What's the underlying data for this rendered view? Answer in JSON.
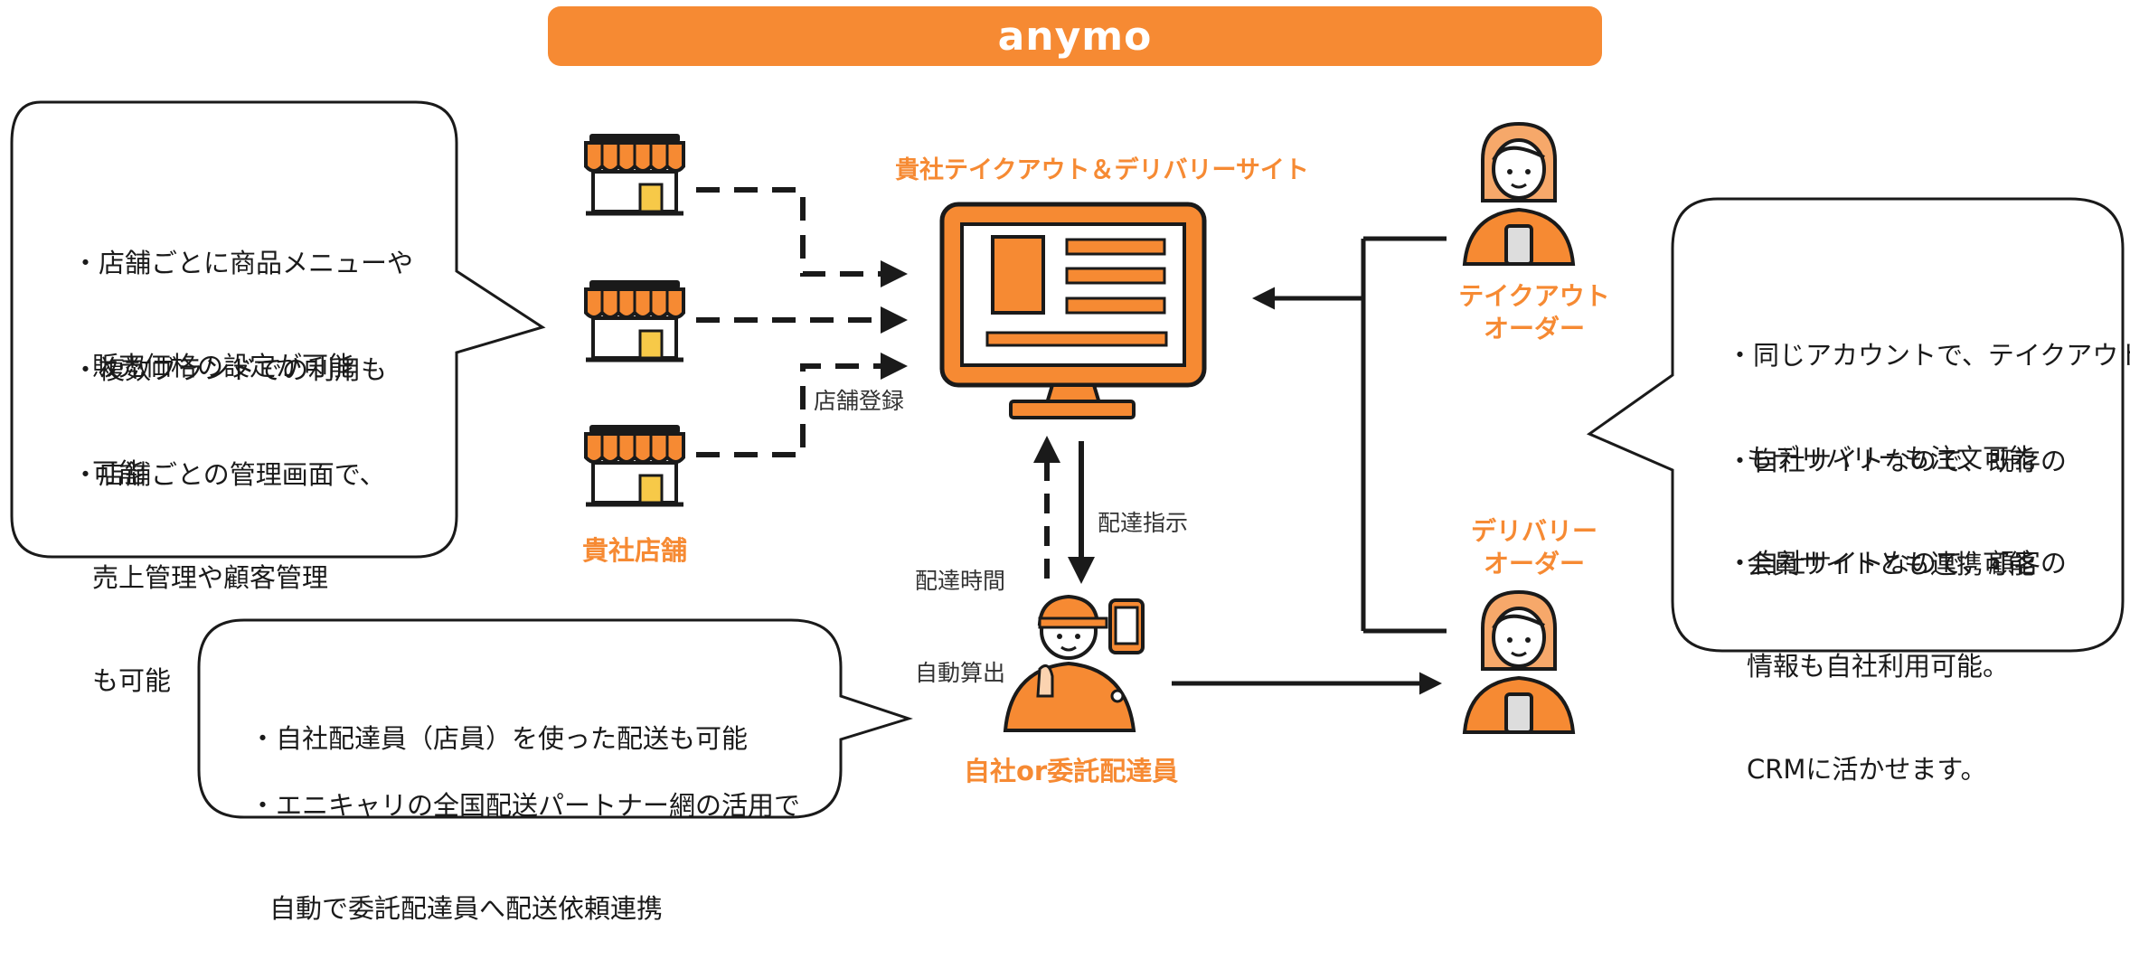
{
  "title": "anymo",
  "left_bubble": {
    "items": [
      [
        "・店舗ごとに商品メニューや",
        "販売価格の設定が可能"
      ],
      [
        "・複数ブランドでの利用も",
        "可能"
      ],
      [
        "・店舗ごとの管理画面で、",
        "売上管理や顧客管理",
        "も可能"
      ]
    ]
  },
  "stores_label": "貴社店舗",
  "store_registration_label": "店舗登録",
  "site_label": "貴社テイクアウト＆デリバリーサイト",
  "delivery_time_label": [
    "配達時間",
    "自動算出"
  ],
  "delivery_instruction_label": "配達指示",
  "courier_label": "自社or委託配達員",
  "takeout_order_label": [
    "テイクアウト",
    "オーダー"
  ],
  "delivery_order_label": [
    "デリバリー",
    "オーダー"
  ],
  "right_bubble": {
    "items": [
      [
        "・同じアカウントで、テイクアウト",
        "もデリバリーも注文可能"
      ],
      [
        "・自社サイトなので、既存の",
        "会員サイトとも連携可能"
      ],
      [
        "・自社サイトなので、顧客の",
        "情報も自社利用可能。",
        "CRMに活かせます。"
      ]
    ]
  },
  "bottom_bubble": {
    "items": [
      [
        "・自社配達員（店員）を使った配送も可能"
      ],
      [
        "・エニキャリの全国配送パートナー網の活用で",
        "自動で委託配達員へ配送依頼連携"
      ]
    ]
  },
  "colors": {
    "accent": "#f68a33",
    "store_awning": "#f68a33",
    "store_door": "#f7c948",
    "line": "#1a1a1a"
  }
}
